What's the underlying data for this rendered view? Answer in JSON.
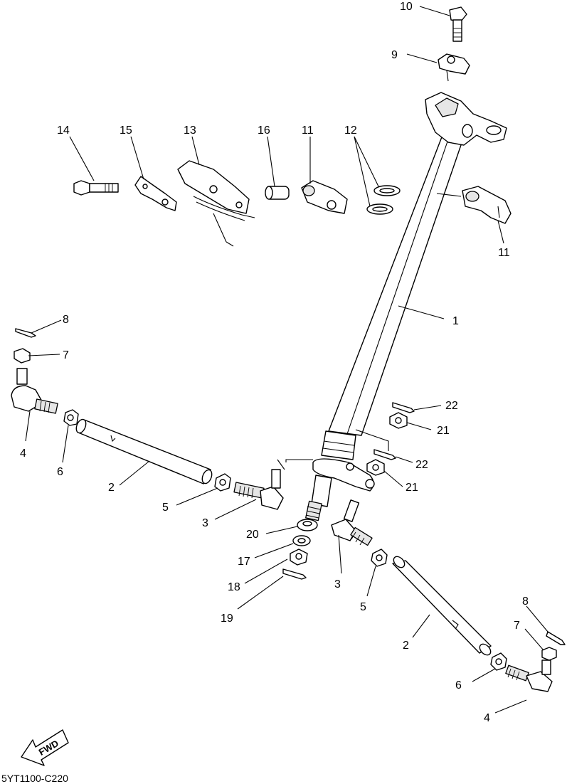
{
  "callouts": [
    {
      "id": "c10a",
      "text": "10"
    },
    {
      "id": "c9a",
      "text": "9"
    },
    {
      "id": "c14",
      "text": "14"
    },
    {
      "id": "c15",
      "text": "15"
    },
    {
      "id": "c13",
      "text": "13"
    },
    {
      "id": "c16",
      "text": "16"
    },
    {
      "id": "c11a",
      "text": "11"
    },
    {
      "id": "c12",
      "text": "12"
    },
    {
      "id": "c11b",
      "text": "11"
    },
    {
      "id": "c8a",
      "text": "8"
    },
    {
      "id": "c7a",
      "text": "7"
    },
    {
      "id": "c1",
      "text": "1"
    },
    {
      "id": "c22a",
      "text": "22"
    },
    {
      "id": "c21a",
      "text": "21"
    },
    {
      "id": "c22b",
      "text": "22"
    },
    {
      "id": "c21b",
      "text": "21"
    },
    {
      "id": "c4a",
      "text": "4"
    },
    {
      "id": "c6a",
      "text": "6"
    },
    {
      "id": "c2a",
      "text": "2"
    },
    {
      "id": "c5a",
      "text": "5"
    },
    {
      "id": "c3a",
      "text": "3"
    },
    {
      "id": "c20",
      "text": "20"
    },
    {
      "id": "c17",
      "text": "17"
    },
    {
      "id": "c18",
      "text": "18"
    },
    {
      "id": "c19",
      "text": "19"
    },
    {
      "id": "c3b",
      "text": "3"
    },
    {
      "id": "c5b",
      "text": "5"
    },
    {
      "id": "c2b",
      "text": "2"
    },
    {
      "id": "c8b",
      "text": "8"
    },
    {
      "id": "c7b",
      "text": "7"
    },
    {
      "id": "c6b",
      "text": "6"
    },
    {
      "id": "c4b",
      "text": "4"
    }
  ],
  "fwd_label": "FWD",
  "diagram_code": "5YT1100-C220"
}
